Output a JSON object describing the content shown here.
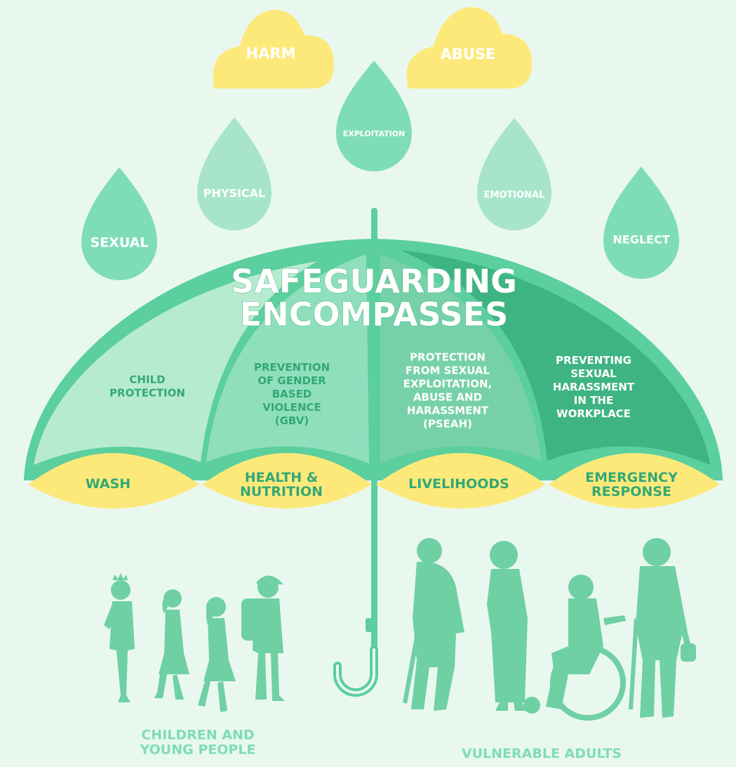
{
  "clouds": [
    {
      "label": "HARM"
    },
    {
      "label": "ABUSE"
    }
  ],
  "drops": [
    {
      "label": "SEXUAL"
    },
    {
      "label": "PHYSICAL"
    },
    {
      "label": "EXPLOITATION"
    },
    {
      "label": "EMOTIONAL"
    },
    {
      "label": "NEGLECT"
    }
  ],
  "title": {
    "line1": "SAFEGUARDING",
    "line2": "ENCOMPASSES"
  },
  "canopy_sections": [
    {
      "lines": [
        "CHILD",
        "PROTECTION"
      ]
    },
    {
      "lines": [
        "PREVENTION",
        "OF GENDER",
        "BASED",
        "VIOLENCE",
        "(GBV)"
      ]
    },
    {
      "lines": [
        "PROTECTION",
        "FROM SEXUAL",
        "EXPLOITATION,",
        "ABUSE AND",
        "HARASSMENT",
        "(PSEAH)"
      ]
    },
    {
      "lines": [
        "PREVENTING",
        "SEXUAL",
        "HARASSMENT",
        "IN THE",
        "WORKPLACE"
      ]
    }
  ],
  "sectors": [
    {
      "lines": [
        "WASH"
      ]
    },
    {
      "lines": [
        "HEALTH &",
        "NUTRITION"
      ]
    },
    {
      "lines": [
        "LIVELIHOODS"
      ]
    },
    {
      "lines": [
        "EMERGENCY",
        "RESPONSE"
      ]
    }
  ],
  "groups": {
    "children": [
      "CHILDREN AND",
      "YOUNG PEOPLE"
    ],
    "adults": [
      "VULNERABLE ADULTS"
    ]
  },
  "colors": {
    "background": "#e9f8ef",
    "cloud": "#fde97a",
    "drop_dark": "#7fdcb8",
    "drop_light": "#a7e4cb",
    "canopy_outline": "#5bcf9e",
    "section_1": "#b7ebd0",
    "section_2": "#8fdfbd",
    "section_3": "#76d1a8",
    "section_4": "#3fb483",
    "sector_yellow": "#fde97a",
    "figure": "#6fd0a4",
    "green_text": "#33a877"
  }
}
